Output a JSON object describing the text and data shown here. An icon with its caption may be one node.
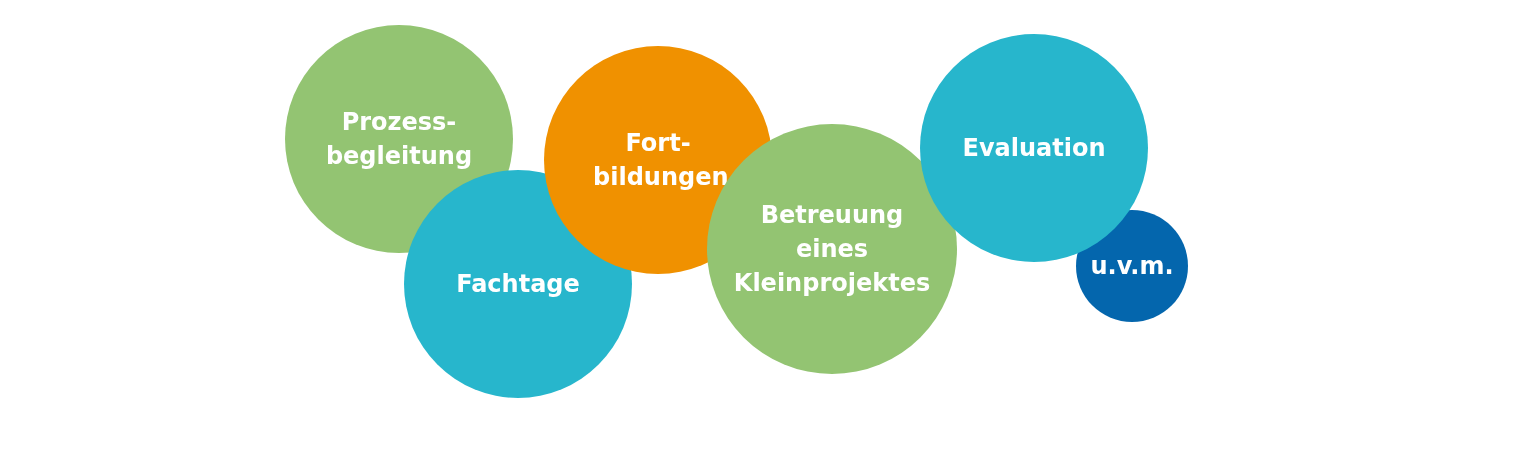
{
  "diagram": {
    "nodes": [
      {
        "text": [
          "Prozess- begleitung"
        ]
      },
      {
        "text": [
          "Fachtage"
        ]
      },
      {
        "text": [
          "Fort- bildungen"
        ]
      },
      {
        "text": [
          "Betreuung eines Kleinprojektes"
        ]
      },
      {
        "text": [
          "Evaluation"
        ]
      },
      {
        "text": [
          "u.v.m."
        ]
      }
    ]
  }
}
